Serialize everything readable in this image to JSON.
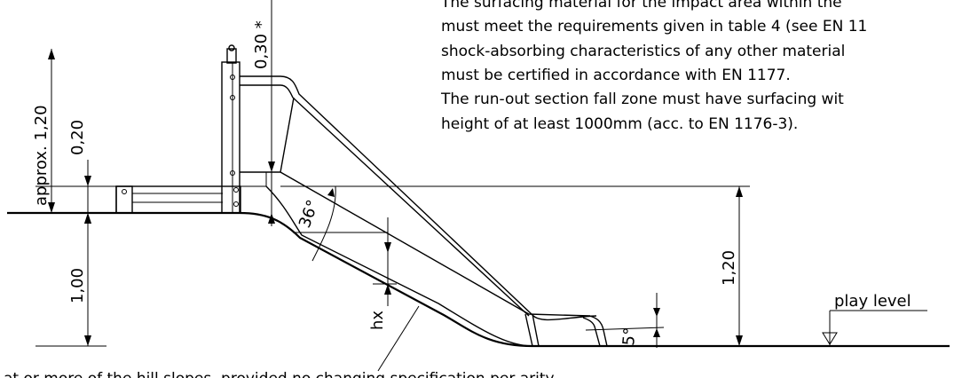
{
  "notes": {
    "line1": "The surfacing material for the impact area within the",
    "line2": "must meet the requirements given in table 4 (see EN 11",
    "line3": "shock-absorbing characteristics of any other material",
    "line4": "must be certified in accordance with EN 1177.",
    "line5": "The run-out section fall zone must have surfacing wit",
    "line6": "height of at least 1000mm (acc. to EN 1176-3).",
    "bottom": "at or more of the hill slopes, provided no changing specification per arity"
  },
  "dimensions": {
    "approx": "approx. 1,20",
    "d020": "0,20",
    "d030": "0,30 *",
    "d100": "1,00",
    "d120": "1,20",
    "hx": "hx"
  },
  "angles": {
    "slope": "36°",
    "runout": "5°"
  },
  "labels": {
    "play_level": "play level"
  }
}
